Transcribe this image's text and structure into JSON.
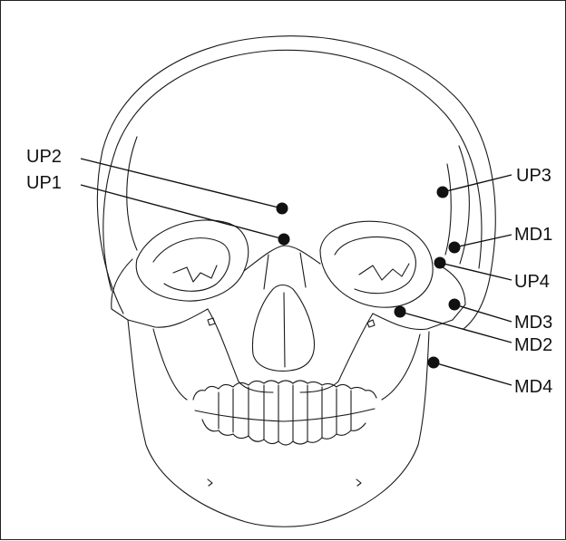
{
  "figure": {
    "subject": "skull-frontal-view",
    "colors": {
      "line": "#1a1a1a",
      "marker": "#111111",
      "background": "#ffffff"
    }
  },
  "landmarks": [
    {
      "id": "UP2",
      "label": "UP2"
    },
    {
      "id": "UP1",
      "label": "UP1"
    },
    {
      "id": "UP3",
      "label": "UP3"
    },
    {
      "id": "MD1",
      "label": "MD1"
    },
    {
      "id": "UP4",
      "label": "UP4"
    },
    {
      "id": "MD3",
      "label": "MD3"
    },
    {
      "id": "MD2",
      "label": "MD2"
    },
    {
      "id": "MD4",
      "label": "MD4"
    }
  ]
}
